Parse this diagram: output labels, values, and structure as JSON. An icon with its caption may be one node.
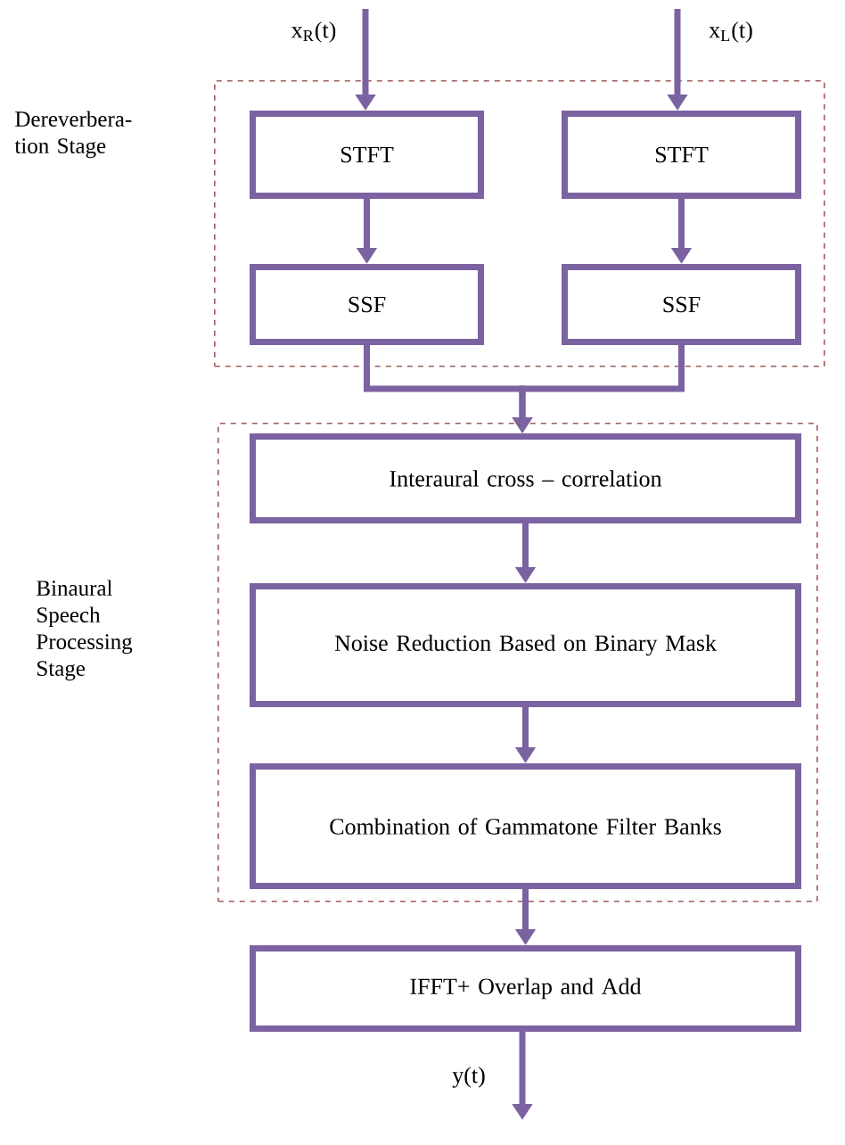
{
  "diagram": {
    "nodes": [
      {
        "text": [
          "Dereverbera- tion Stage"
        ]
      },
      {
        "text": [
          "STFT"
        ],
        "in": 0
      },
      {
        "text": [
          "STFT"
        ],
        "in": 0
      },
      {
        "text": [
          "SSF"
        ],
        "in": 0
      },
      {
        "text": [
          "SSF"
        ],
        "in": 0
      },
      {
        "text": [
          "Binaural Speech Processing Stage"
        ]
      },
      {
        "text": [
          "Interaural cross – correlation"
        ],
        "in": 5
      },
      {
        "text": [
          "Noise Reduction Based on Binary Mask"
        ],
        "in": 5
      },
      {
        "text": [
          "Combination of Gammatone Filter Banks"
        ],
        "in": 5
      },
      {
        "text": [
          "IFFT+ Overlap and Add"
        ]
      }
    ],
    "edges": [
      {
        "from": null,
        "to": 1,
        "arrow": "to",
        "label": "x$_{R}$(t)"
      },
      {
        "from": null,
        "to": 2,
        "arrow": "to",
        "label": "x$_{L}$(t)"
      },
      {
        "from": 1,
        "to": 3,
        "arrow": "to"
      },
      {
        "from": 2,
        "to": 4,
        "arrow": "to"
      },
      {
        "from": 3,
        "to": 6,
        "arrow": "to"
      },
      {
        "from": 4,
        "to": 6,
        "arrow": "to"
      },
      {
        "from": 6,
        "to": 7,
        "arrow": "to"
      },
      {
        "from": 7,
        "to": 8,
        "arrow": "to"
      },
      {
        "from": 8,
        "to": 9,
        "arrow": "to"
      },
      {
        "from": 9,
        "to": null,
        "arrow": "to",
        "label": "y(t)"
      }
    ]
  }
}
